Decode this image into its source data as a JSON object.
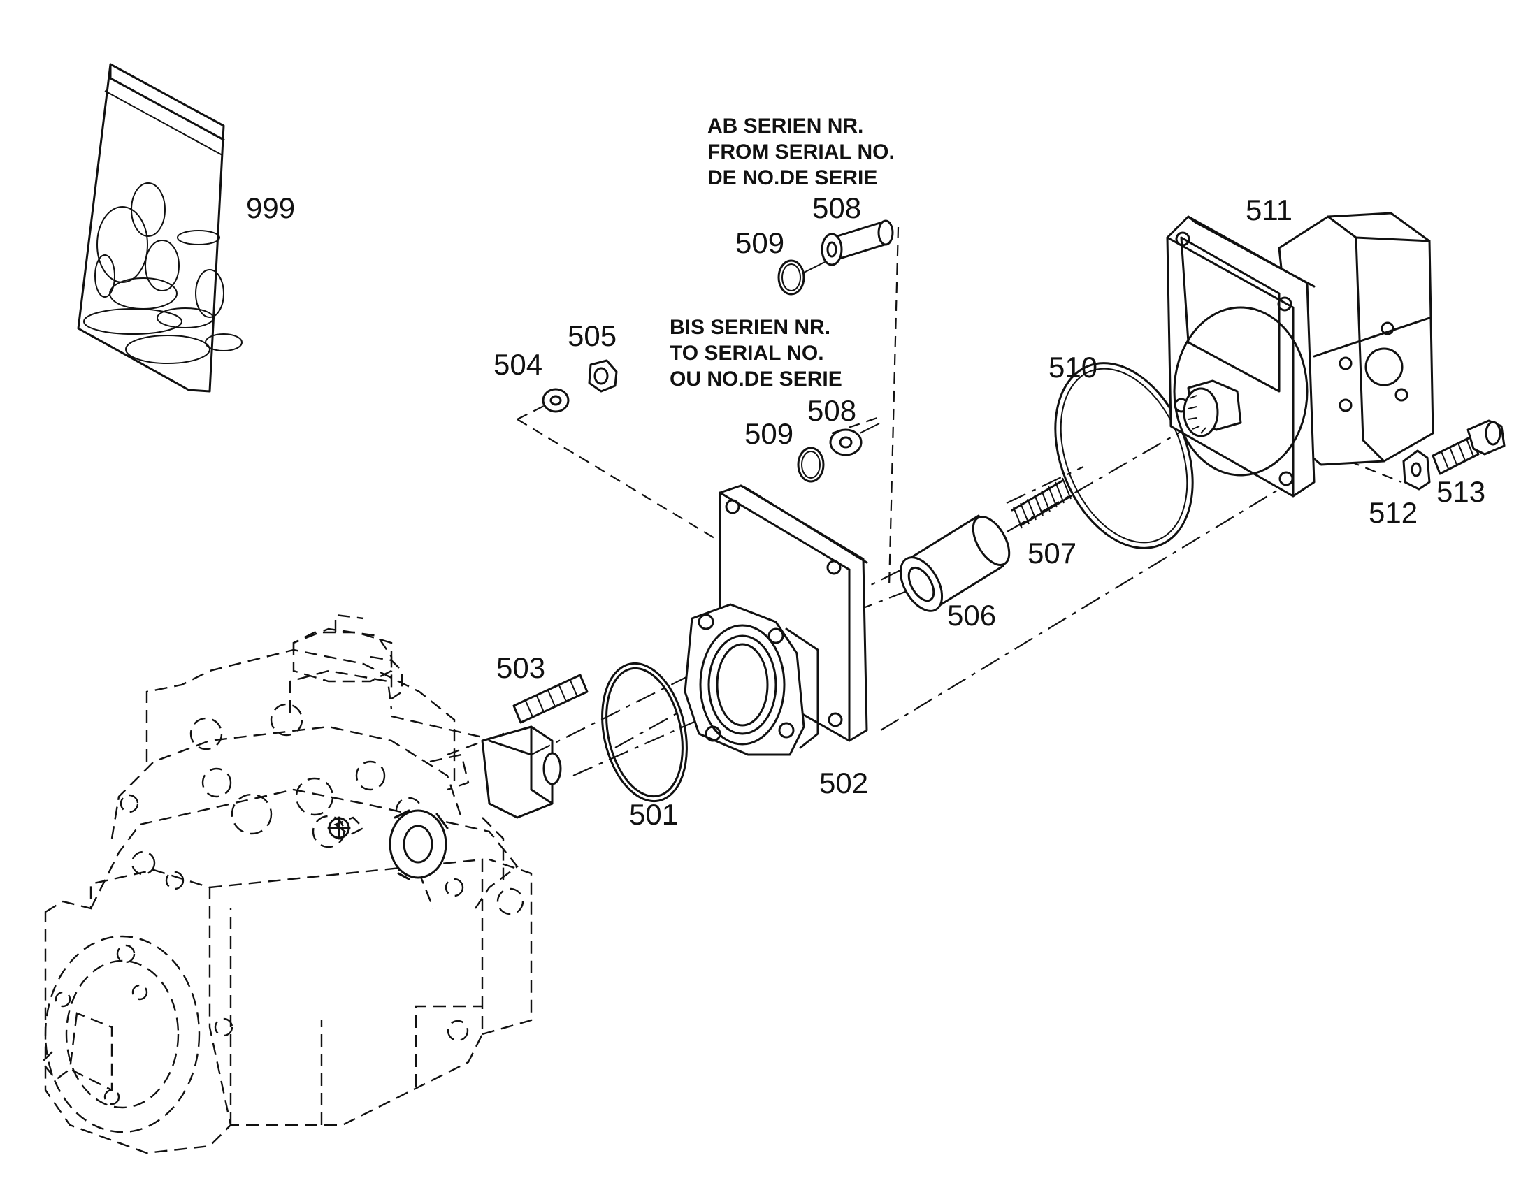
{
  "notes": {
    "from_serial": [
      "AB SERIEN NR.",
      "FROM SERIAL NO.",
      "DE NO.DE SERIE"
    ],
    "to_serial": [
      "BIS SERIEN NR.",
      "TO SERIAL NO.",
      "OU NO.DE SERIE"
    ]
  },
  "callouts": {
    "c999": "999",
    "c508a": "508",
    "c509a": "509",
    "c511": "511",
    "c505": "505",
    "c504": "504",
    "c510": "510",
    "c508b": "508",
    "c509b": "509",
    "c503": "503",
    "c507": "507",
    "c506": "506",
    "c513": "513",
    "c512": "512",
    "c502": "502",
    "c501": "501"
  }
}
